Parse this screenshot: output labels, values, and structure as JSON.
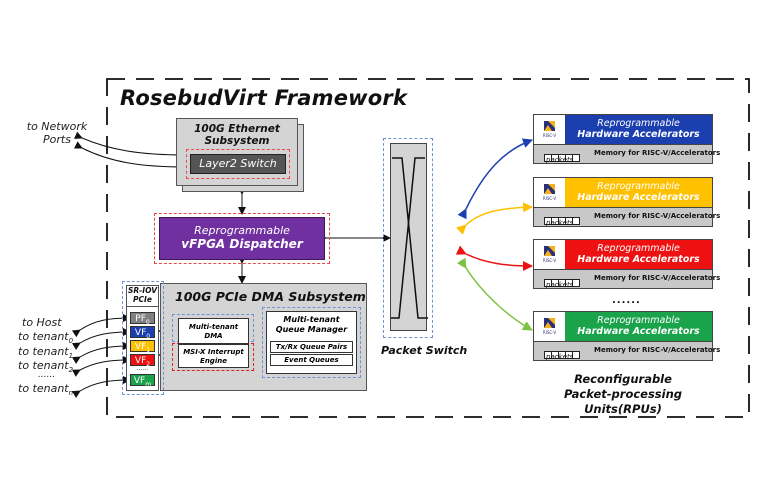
{
  "framework_title": "RosebudVirt Framework",
  "external": {
    "network": [
      "to Network",
      "Ports"
    ],
    "host": "to Host",
    "tenants": [
      {
        "base": "to tenant",
        "sub": "0"
      },
      {
        "base": "to tenant",
        "sub": "1"
      },
      {
        "base": "to tenant",
        "sub": "2"
      },
      {
        "base": "......",
        "sub": ""
      },
      {
        "base": "to tenant",
        "sub": "n"
      }
    ]
  },
  "ethernet": {
    "title_line1": "100G Ethernet",
    "title_line2": "Subsystem",
    "layer2_switch": "Layer2 Switch"
  },
  "dispatcher": {
    "line1": "Reprogrammable",
    "line2": "vFPGA Dispatcher"
  },
  "dma": {
    "title": "100G PCIe DMA Subsystem",
    "sriov_line1": "SR-IOV",
    "sriov_line2": "PCIe",
    "functions": [
      {
        "base": "PF",
        "sub": "0",
        "color": "#808080"
      },
      {
        "base": "VF",
        "sub": "0",
        "color": "#1c3fb0"
      },
      {
        "base": "VF",
        "sub": "1",
        "color": "#ffc000"
      },
      {
        "base": "VF",
        "sub": "2",
        "color": "#ee1111"
      },
      {
        "base": "VF",
        "sub": "m",
        "color": "#1aa34a"
      }
    ],
    "function_dots": "......",
    "multi_tenant_dma": [
      "Multi-tenant",
      "DMA"
    ],
    "msix_engine": [
      "MSI-X Interrupt",
      "Engine"
    ],
    "queue_manager": [
      "Multi-tenant",
      "Queue Manager"
    ],
    "queue_items": [
      "Tx/Rx Queue Pairs",
      "Event Queues"
    ]
  },
  "packet_switch": {
    "label": "Packet Switch"
  },
  "rpus": [
    {
      "line1": "Reprogrammable",
      "line2": "Hardware Accelerators",
      "color": "#1c3fb0",
      "logo": "RISC-V",
      "memory": "Memory for RISC-V/Accelerators",
      "packets": "packets"
    },
    {
      "line1": "Reprogrammable",
      "line2": "Hardware Accelerators",
      "color": "#ffc000",
      "logo": "RISC-V",
      "memory": "Memory for RISC-V/Accelerators",
      "packets": "packets"
    },
    {
      "line1": "Reprogrammable",
      "line2": "Hardware Accelerators",
      "color": "#ee1111",
      "logo": "RISC-V",
      "memory": "Memory for RISC-V/Accelerators",
      "packets": "packets"
    },
    {
      "line1": "Reprogrammable",
      "line2": "Hardware Accelerators",
      "color": "#1aa34a",
      "logo": "RISC-V",
      "memory": "Memory for RISC-V/Accelerators",
      "packets": "packets"
    }
  ],
  "rpu_dots": "......",
  "rpu_caption": [
    "Reconfigurable",
    "Packet-processing Units(RPUs)"
  ],
  "colors": {
    "blue_link": "#1c3fb0",
    "yellow_link": "#ffc000",
    "red_link": "#ee1111",
    "green_link": "#7cc242",
    "outline_red": "#e8494f",
    "outline_blue": "#6f93d6"
  }
}
